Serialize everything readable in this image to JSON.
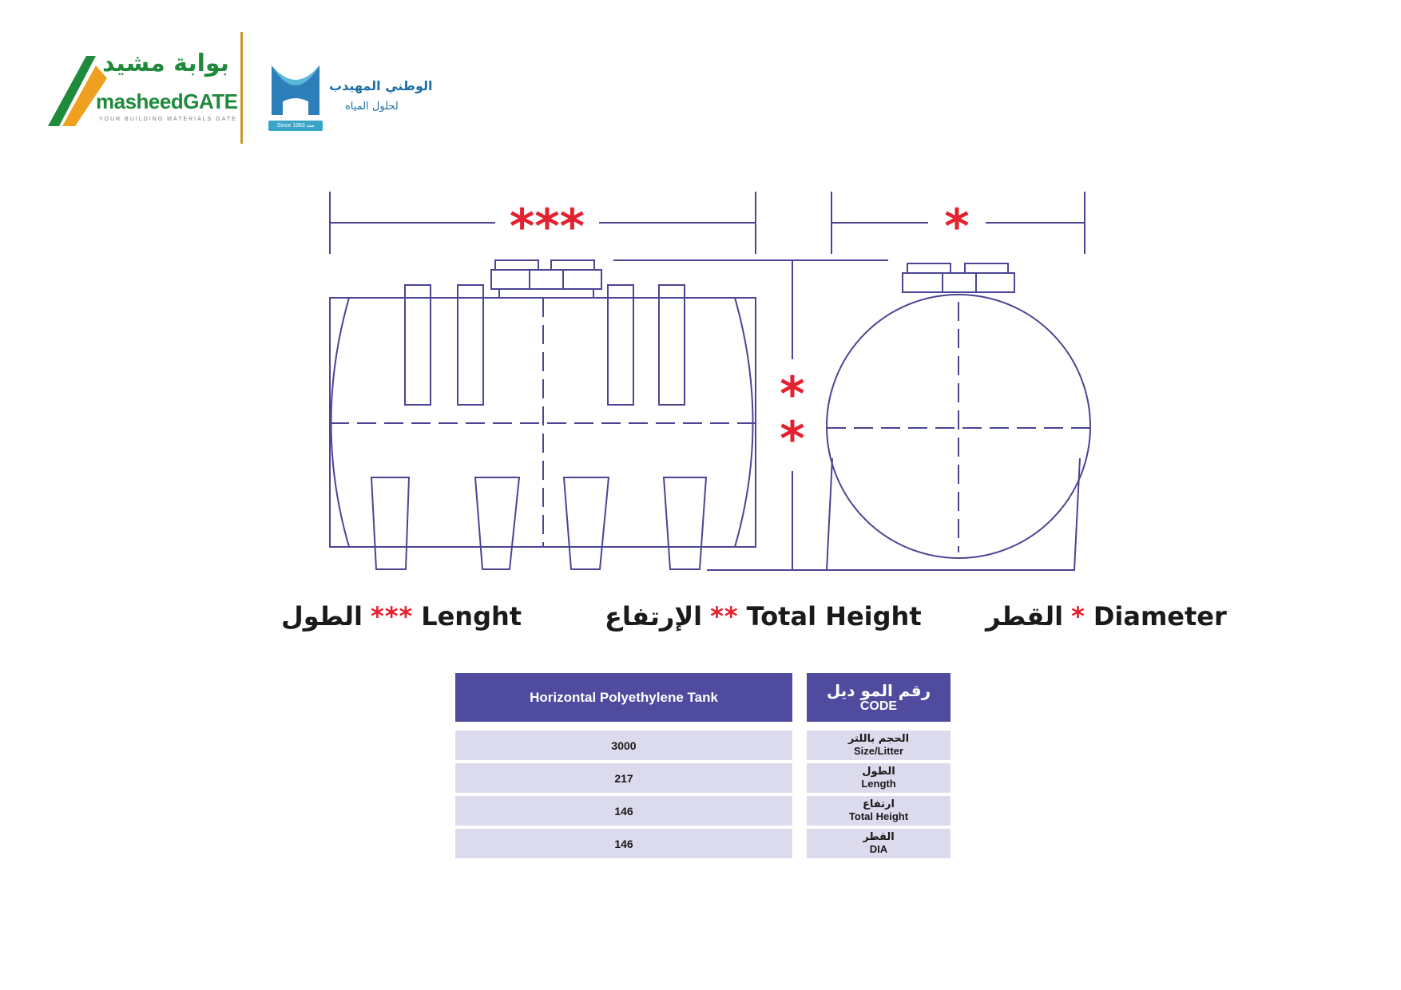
{
  "logos": {
    "masheed": {
      "arabic": "بوابة مشيد",
      "english_part1": "masheed",
      "english_part2": "GATE",
      "tagline": "YOUR BUILDING MATERIALS GATE"
    },
    "watani": {
      "arabic_line1": "الوطني المهيدب",
      "arabic_line2": "لحلول المياه",
      "since": "Since 1963 منذ"
    }
  },
  "legend": {
    "length": {
      "arabic": "الطول",
      "stars": "***",
      "english": "Lenght"
    },
    "height": {
      "arabic": "الإرتفاع",
      "stars": "**",
      "english": "Total Height"
    },
    "diameter": {
      "arabic": "القطر",
      "stars": "*",
      "english": "Diameter"
    }
  },
  "diagram_marks": {
    "length_marker": "***",
    "diameter_marker": "*",
    "height_marker_top": "*",
    "height_marker_bottom": "*"
  },
  "table": {
    "header_value": "Horizontal Polyethylene Tank",
    "header_label_ar": "رقم المو ديل",
    "header_label_en": "CODE",
    "rows": [
      {
        "label_ar": "الحجم باللتر",
        "label_en": "Size/Litter",
        "value": "3000"
      },
      {
        "label_ar": "الطول",
        "label_en": "Length",
        "value": "217"
      },
      {
        "label_ar": "ارتفاع",
        "label_en": "Total Height",
        "value": "146"
      },
      {
        "label_ar": "القطر",
        "label_en": "DIA",
        "value": "146"
      }
    ]
  },
  "colors": {
    "line": "#4a4594",
    "accent_red": "#e3212f",
    "table_header": "#4f4b9e",
    "table_row": "#dcdbee"
  }
}
